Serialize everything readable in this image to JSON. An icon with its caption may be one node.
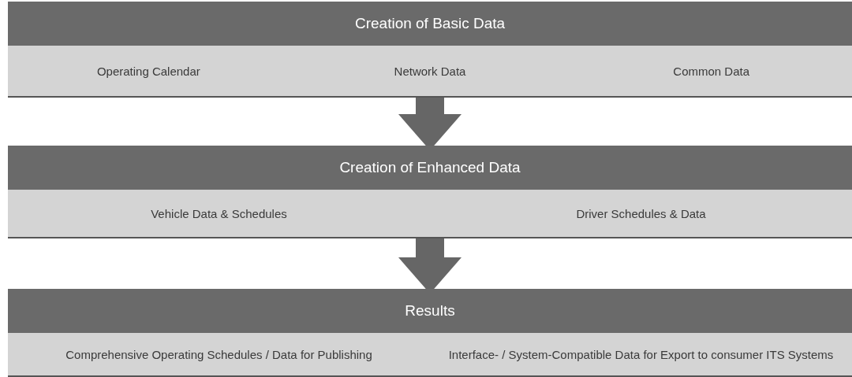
{
  "diagram": {
    "nodes": [
      {
        "text": [
          "Creation of Basic Data"
        ]
      },
      {
        "text": [
          "Operating Calendar"
        ],
        "in": 0
      },
      {
        "text": [
          "Network Data"
        ],
        "in": 0
      },
      {
        "text": [
          "Common Data"
        ],
        "in": 0
      },
      {
        "text": [
          "Creation of Enhanced Data"
        ]
      },
      {
        "text": [
          "Vehicle Data & Schedules"
        ],
        "in": 4
      },
      {
        "text": [
          "Driver Schedules & Data"
        ],
        "in": 4
      },
      {
        "text": [
          "Results"
        ]
      },
      {
        "text": [
          "Comprehensive Operating Schedules / Data for Publishing"
        ],
        "in": 7
      },
      {
        "text": [
          "Interface- / System-Compatible Data for Export to consumer ITS Systems"
        ],
        "in": 7
      }
    ],
    "edges": [
      {
        "from": 0,
        "to": 4,
        "arrow": "to"
      },
      {
        "from": 4,
        "to": 7,
        "arrow": "to"
      }
    ]
  }
}
